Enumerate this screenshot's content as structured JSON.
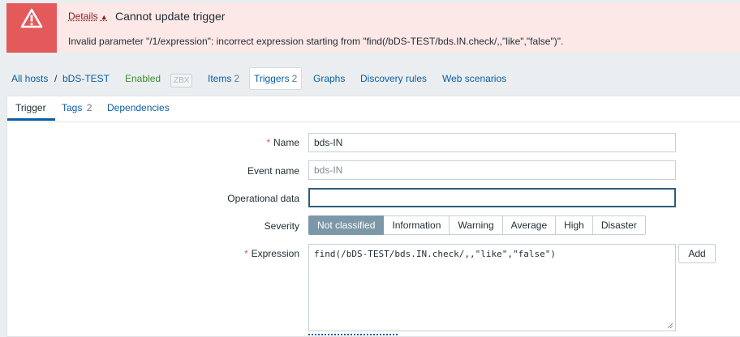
{
  "message": {
    "details_label": "Details",
    "title": "Cannot update trigger",
    "text": "Invalid parameter \"/1/expression\": incorrect expression starting from \"find(/bDS-TEST/bds.IN.check/,,\"like\",\"false\")\"."
  },
  "nav": {
    "all_hosts": "All hosts",
    "separator": "/",
    "host": "bDS-TEST",
    "status": "Enabled",
    "zbx": "ZBX",
    "items": {
      "label": "Items",
      "count": "2"
    },
    "triggers": {
      "label": "Triggers",
      "count": "2"
    },
    "graphs": "Graphs",
    "discovery": "Discovery rules",
    "web": "Web scenarios"
  },
  "tabs": {
    "trigger": "Trigger",
    "tags": {
      "label": "Tags",
      "count": "2"
    },
    "dependencies": "Dependencies"
  },
  "form": {
    "required_mark": "*",
    "name_label": "Name",
    "name_value": "bds-IN",
    "event_name_label": "Event name",
    "event_name_placeholder": "bds-IN",
    "opdata_label": "Operational data",
    "opdata_value": "",
    "severity_label": "Severity",
    "severity_options": [
      "Not classified",
      "Information",
      "Warning",
      "Average",
      "High",
      "Disaster"
    ],
    "severity_selected": "Not classified",
    "expression_label": "Expression",
    "expression_value": "find(/bDS-TEST/bds.IN.check/,,\"like\",\"false\")",
    "add_button": "Add"
  },
  "colors": {
    "accent_link": "#0a5ea4",
    "error": "#e45959",
    "enabled": "#3c8d2e",
    "severity_selected": "#7c98a8"
  }
}
